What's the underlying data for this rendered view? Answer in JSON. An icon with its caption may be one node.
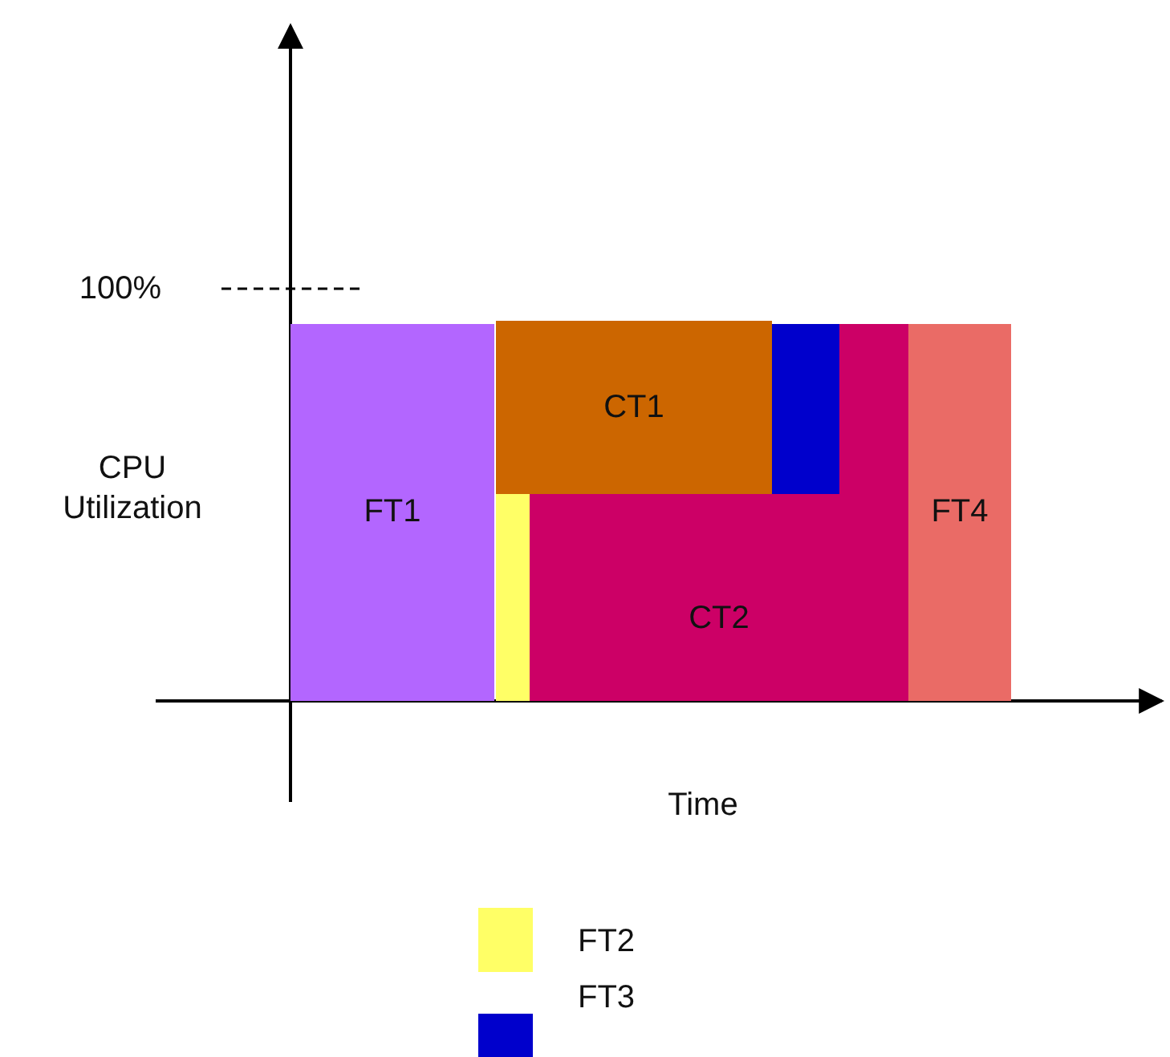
{
  "diagram": {
    "nodes": [
      {
        "text": [
          "FT1"
        ]
      },
      {
        "text": [
          "CT1"
        ]
      },
      {
        "text": [],
        "shape": "box"
      },
      {
        "text": [
          "CT2"
        ]
      },
      {
        "text": [],
        "shape": "box"
      },
      {
        "text": [
          "FT4"
        ]
      }
    ],
    "labels": [
      "100%",
      "CPU Utilization",
      "Time"
    ],
    "legend": [
      {
        "text": "FT2",
        "color": "#ffff66"
      },
      {
        "text": "FT3",
        "color": "#0000cc"
      }
    ]
  }
}
